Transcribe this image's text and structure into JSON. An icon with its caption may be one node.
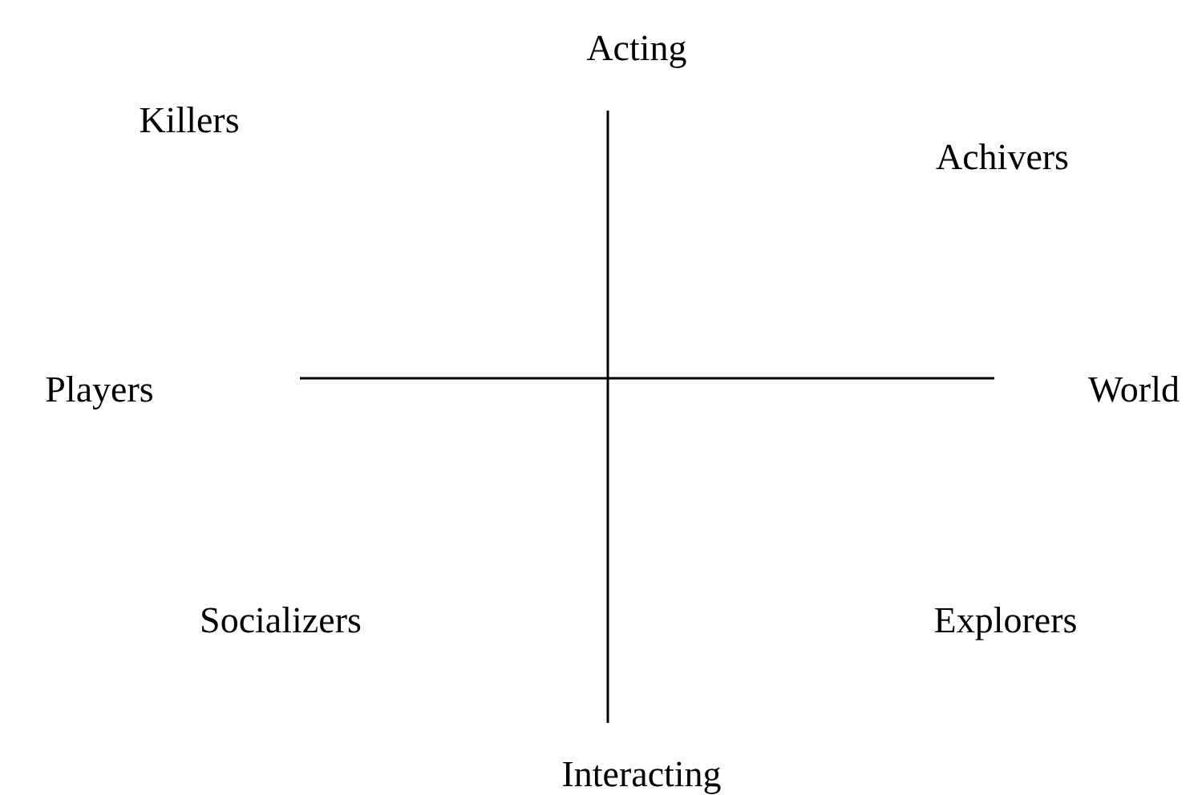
{
  "diagram": {
    "labels": [
      "Acting",
      "Killers",
      "Achivers",
      "Players",
      "World",
      "Socializers",
      "Explorers",
      "Interacting"
    ]
  }
}
